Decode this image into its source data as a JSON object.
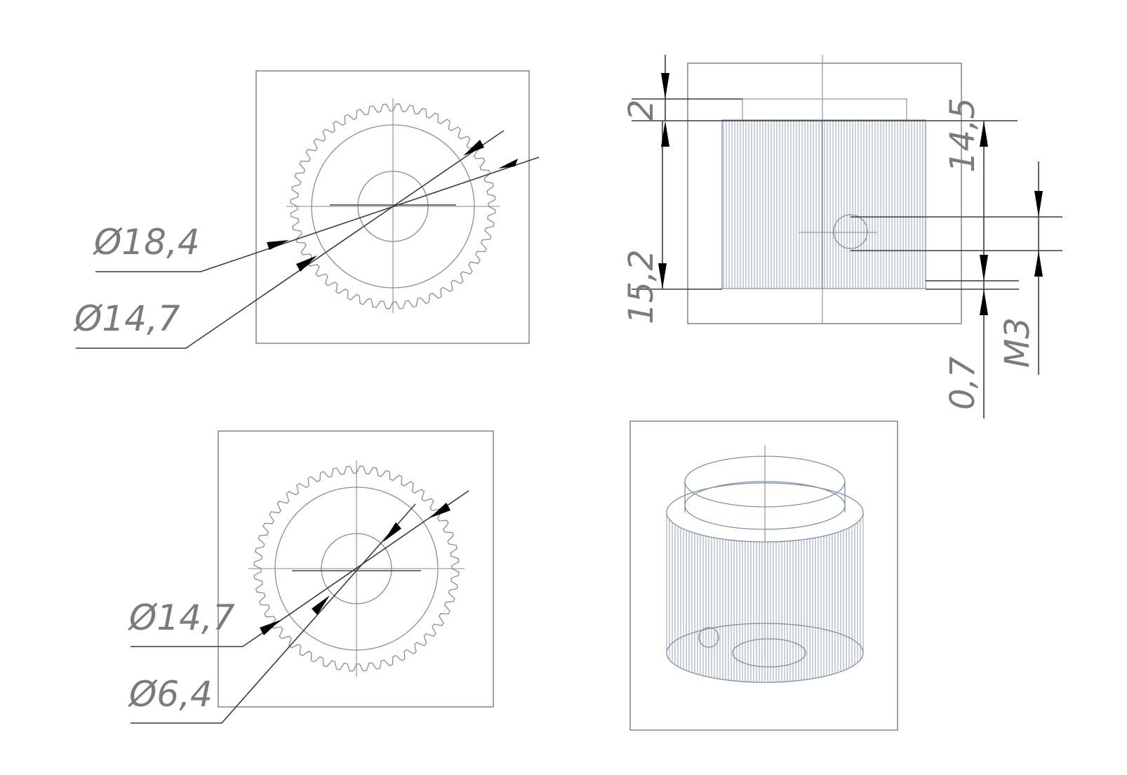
{
  "views": {
    "top_view": {
      "labels": {
        "outer_diameter": "Ø18,4",
        "inner_diameter": "Ø14,7"
      }
    },
    "side_view": {
      "labels": {
        "top_height": "2",
        "body_height": "14,5",
        "total_height": "15,2",
        "bottom_offset": "0,7",
        "thread": "M3"
      }
    },
    "bottom_view": {
      "labels": {
        "outer_diameter": "Ø14,7",
        "bore_diameter": "Ø6,4"
      }
    },
    "iso_view": {}
  },
  "colors": {
    "drawing_lines": "#8c8c8c",
    "model_lines": "#7f8fa8",
    "dimension_text": "#7b7b7b",
    "arrows": "#000000"
  }
}
